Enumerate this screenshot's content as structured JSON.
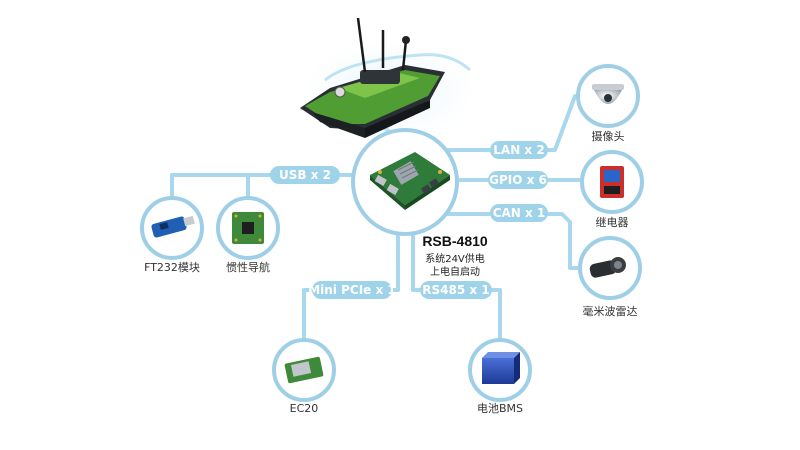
{
  "colors": {
    "line": "#a9d8ee",
    "label_bg": "#9fd3ea",
    "circle_border": "#9ecfe6",
    "pcb_green": "#2f7b3a",
    "boat_green": "#6fbf3a"
  },
  "board": {
    "model": "RSB-4810",
    "power_line1": "系统24V供电",
    "power_line2": "上电自启动"
  },
  "interfaces": {
    "usb": "USB x 2",
    "lan": "LAN x 2",
    "gpio": "GPIO x 6",
    "can": "CAN x 1",
    "mini_pcie": "Mini PCIe x 1",
    "rs485": "RS485 x 1"
  },
  "devices": {
    "ft232": "FT232模块",
    "imu": "惯性导航",
    "camera": "摄像头",
    "relay": "继电器",
    "radar": "毫米波雷达",
    "ec20": "EC20",
    "bms": "电池BMS"
  },
  "icons": {
    "boat": "unmanned-surface-boat-image",
    "board": "rsb-4810-board-image",
    "ft232": "usb-dongle-icon",
    "imu": "imu-module-icon",
    "camera": "dome-camera-icon",
    "relay": "relay-module-icon",
    "radar": "mmwave-radar-icon",
    "ec20": "4g-module-icon",
    "bms": "battery-pack-icon"
  }
}
